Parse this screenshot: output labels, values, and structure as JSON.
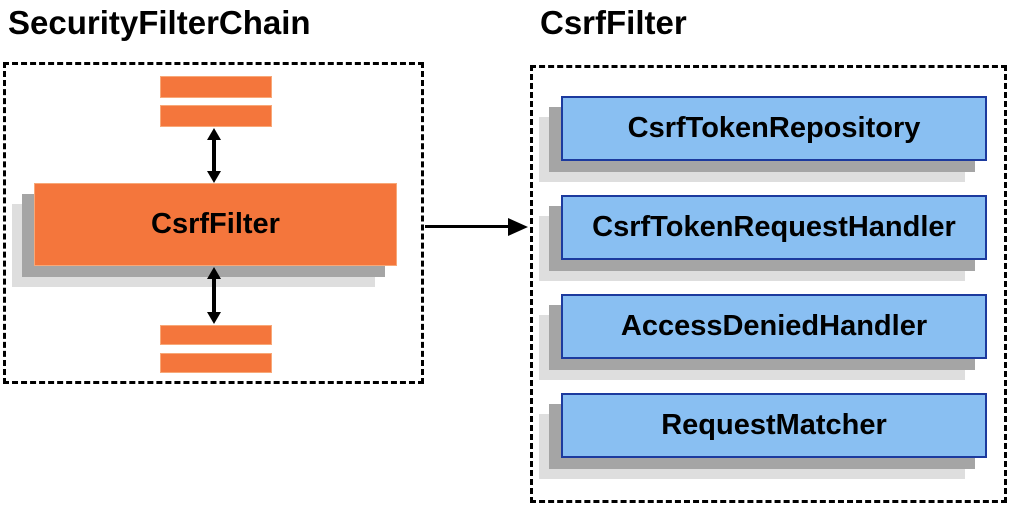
{
  "left_panel": {
    "title": "SecurityFilterChain",
    "filter_box_label": "CsrfFilter"
  },
  "right_panel": {
    "title": "CsrfFilter",
    "boxes": [
      {
        "label": "CsrfTokenRepository"
      },
      {
        "label": "CsrfTokenRequestHandler"
      },
      {
        "label": "AccessDeniedHandler"
      },
      {
        "label": "RequestMatcher"
      }
    ]
  },
  "colors": {
    "orange_fill": "#F4763C",
    "orange_border": "#F8A878",
    "blue_fill": "#89BFF2",
    "blue_border": "#1C3A9E",
    "shadow_dark": "#A5A5A5",
    "shadow_light": "#DEDEDE",
    "arrow_color": "#000000"
  }
}
